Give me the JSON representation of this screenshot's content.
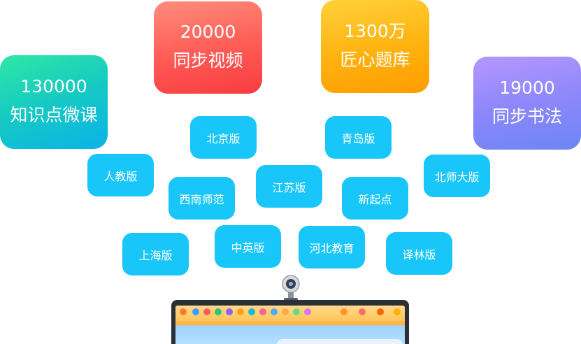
{
  "stats": [
    {
      "num": "130000",
      "label": "知识点微课"
    },
    {
      "num": "20000",
      "label": "同步视频"
    },
    {
      "num": "1300万",
      "label": "匠心题库"
    },
    {
      "num": "19000",
      "label": "同步书法"
    }
  ],
  "publishers": [
    "北京版",
    "青岛版",
    "人教版",
    "江苏版",
    "北师大版",
    "西南师范",
    "新起点",
    "上海版",
    "中英版",
    "河北教育",
    "译林版"
  ]
}
